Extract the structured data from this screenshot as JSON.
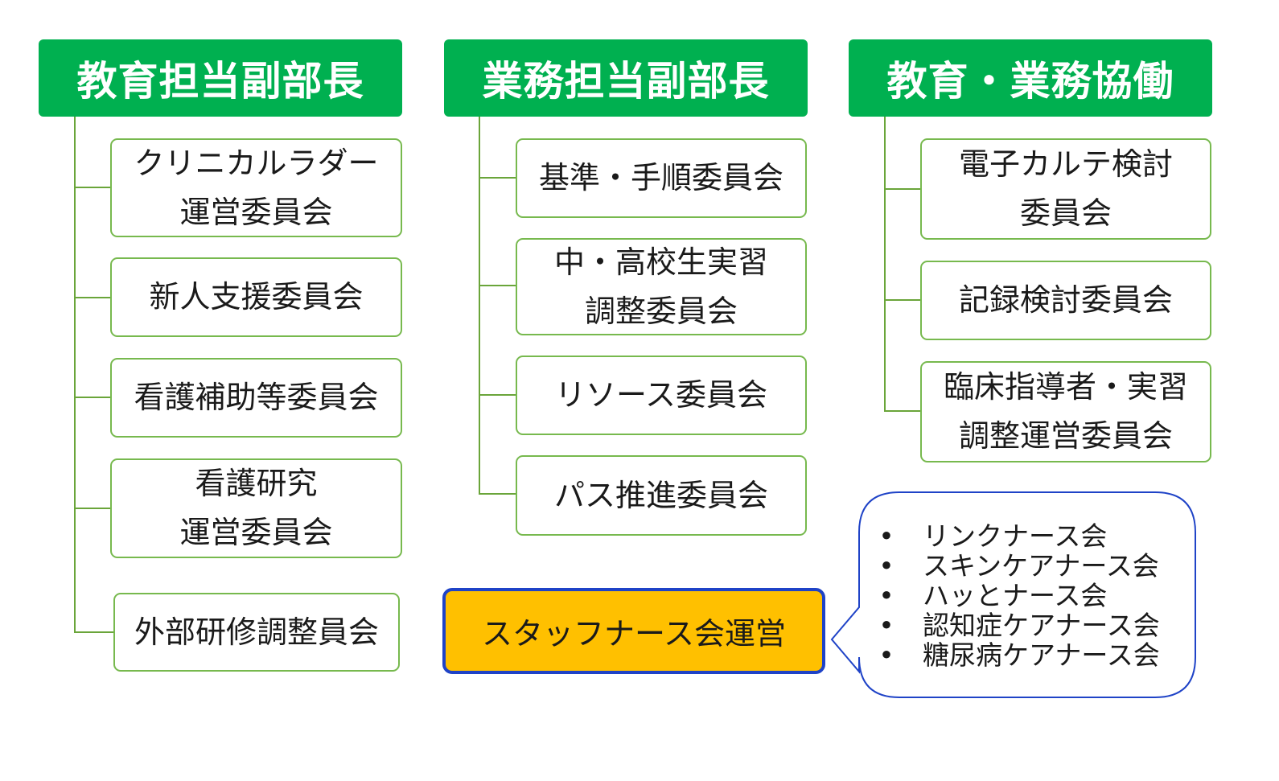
{
  "columns": [
    {
      "header": "教育担当副部長",
      "items": [
        {
          "lines": [
            "クリニカルラダー",
            "運営委員会"
          ]
        },
        {
          "lines": [
            "新人支援委員会"
          ]
        },
        {
          "lines": [
            "看護補助等委員会"
          ]
        },
        {
          "lines": [
            "看護研究",
            "運営委員会"
          ]
        },
        {
          "lines": [
            "外部研修調整員会"
          ]
        }
      ]
    },
    {
      "header": "業務担当副部長",
      "items": [
        {
          "lines": [
            "基準・手順委員会"
          ]
        },
        {
          "lines": [
            "中・高校生実習",
            "調整委員会"
          ]
        },
        {
          "lines": [
            "リソース委員会"
          ]
        },
        {
          "lines": [
            "パス推進委員会"
          ]
        }
      ]
    },
    {
      "header": "教育・業務協働",
      "items": [
        {
          "lines": [
            "電子カルテ検討",
            "委員会"
          ]
        },
        {
          "lines": [
            "記録検討委員会"
          ]
        },
        {
          "lines": [
            "臨床指導者・実習",
            "調整運営委員会"
          ]
        }
      ]
    }
  ],
  "staff_box": {
    "label": "スタッフナース会運営"
  },
  "callout": {
    "bullet": "•",
    "items": [
      "リンクナース会",
      "スキンケアナース会",
      "ハッとナース会",
      "認知症ケアナース会",
      "糖尿病ケアナース会"
    ]
  },
  "colors": {
    "header_bg": "#00b050",
    "box_border": "#77b94e",
    "connector": "#6aa53a",
    "staff_bg": "#ffc000",
    "staff_border": "#1f43c7",
    "callout_border": "#1f43c7"
  }
}
